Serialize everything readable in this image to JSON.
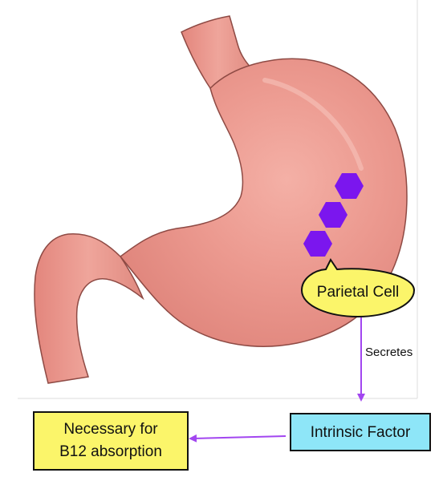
{
  "labels": {
    "parietal_cell": "Parietal Cell",
    "secretes": "Secretes",
    "intrinsic_factor": "Intrinsic Factor",
    "necessary_line1": "Necessary for",
    "necessary_line2": "B12 absorption"
  },
  "colors": {
    "stomach_fill": "#ec9a90",
    "stomach_outline": "#8e4a44",
    "hexagon": "#7b16ee",
    "callout_fill": "#fbf56a",
    "intrinsic_box_fill": "#8ee6f8",
    "necessary_box_fill": "#fbf56a",
    "arrow": "#a246f0"
  },
  "icons": {
    "stomach": "stomach-illustration",
    "cell": "hexagon-icon",
    "arrow": "arrow-icon"
  }
}
